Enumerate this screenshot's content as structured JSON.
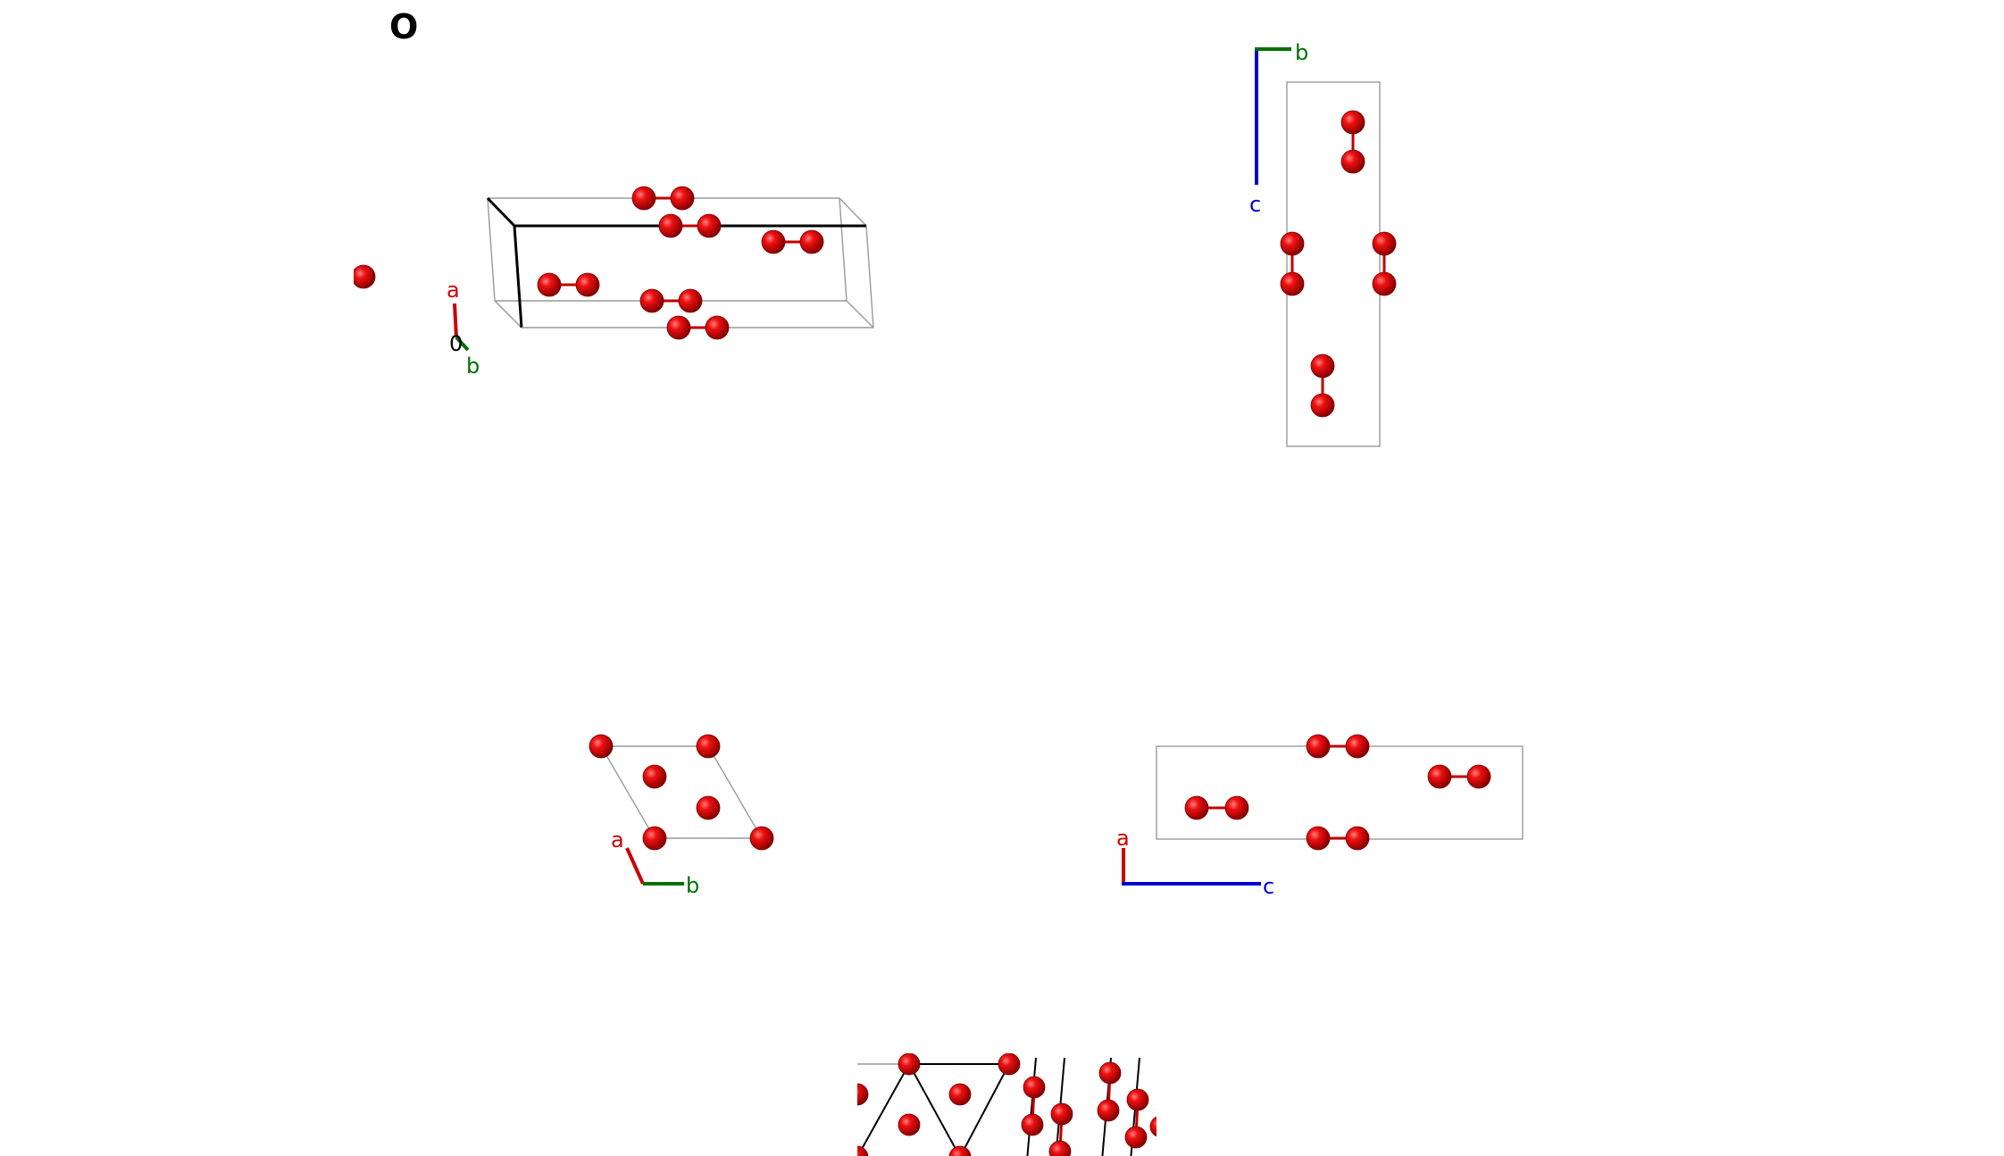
{
  "title": "O",
  "colors": {
    "atom": "#e00000",
    "atom_dark": "#8a0000",
    "bond": "#c00000",
    "cell": "#999999",
    "cell_bold": "#000000",
    "axis_a": "#cc0000",
    "axis_b": "#007000",
    "axis_c": "#0000cc"
  },
  "axes_labels": {
    "a": "a",
    "b": "b",
    "c": "c",
    "origin": "0"
  },
  "views": [
    "perspective",
    "along-a",
    "along-c",
    "along-b",
    "supercell"
  ]
}
